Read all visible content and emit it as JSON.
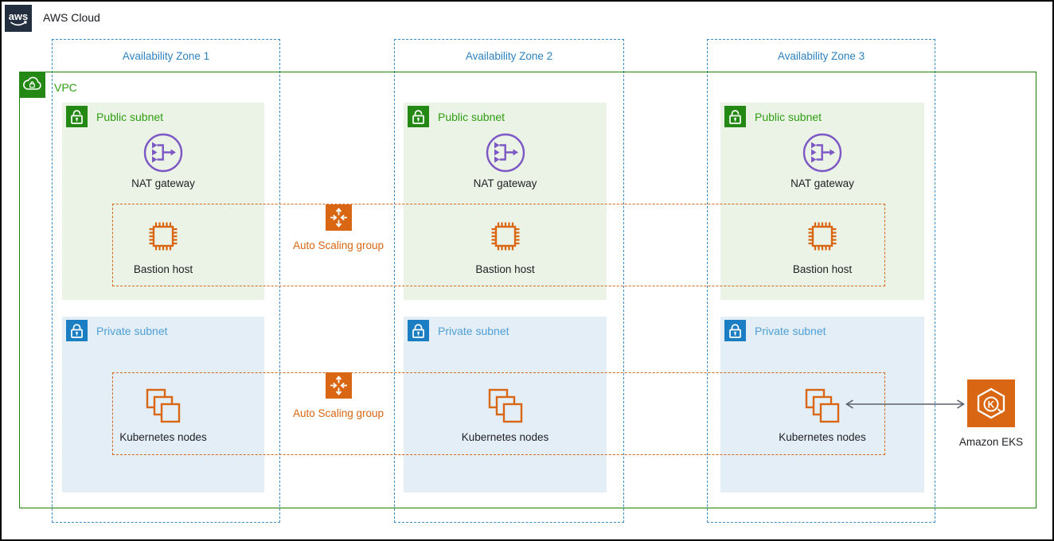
{
  "header": {
    "logo_text": "aws",
    "cloud_label": "AWS Cloud"
  },
  "vpc": {
    "label": "VPC"
  },
  "availability_zones": [
    {
      "label": "Availability Zone 1"
    },
    {
      "label": "Availability Zone 2"
    },
    {
      "label": "Availability Zone 3"
    }
  ],
  "subnet_labels": {
    "public": "Public subnet",
    "private": "Private subnet"
  },
  "items": {
    "nat": "NAT gateway",
    "bastion": "Bastion host",
    "kubernetes": "Kubernetes nodes"
  },
  "auto_scaling_groups": [
    {
      "label": "Auto Scaling group"
    },
    {
      "label": "Auto Scaling group"
    }
  ],
  "eks": {
    "label": "Amazon EKS"
  },
  "colors": {
    "aws_dark": "#232f3e",
    "vpc_green_border": "#1d8102",
    "subnet_green_icon": "#248814",
    "public_text_green": "#2f9e12",
    "public_subnet_bg": "#ebf3e7",
    "private_subnet_bg": "#e4eef7",
    "az_border_blue": "#3a8cc1",
    "az_text_blue": "#2e82c0",
    "private_icon_blue": "#1b7ec2",
    "private_text_blue": "#4d9fd6",
    "scaling_orange": "#d86613",
    "nat_purple": "#7d57c4",
    "arrow_gray": "#5b6168"
  }
}
